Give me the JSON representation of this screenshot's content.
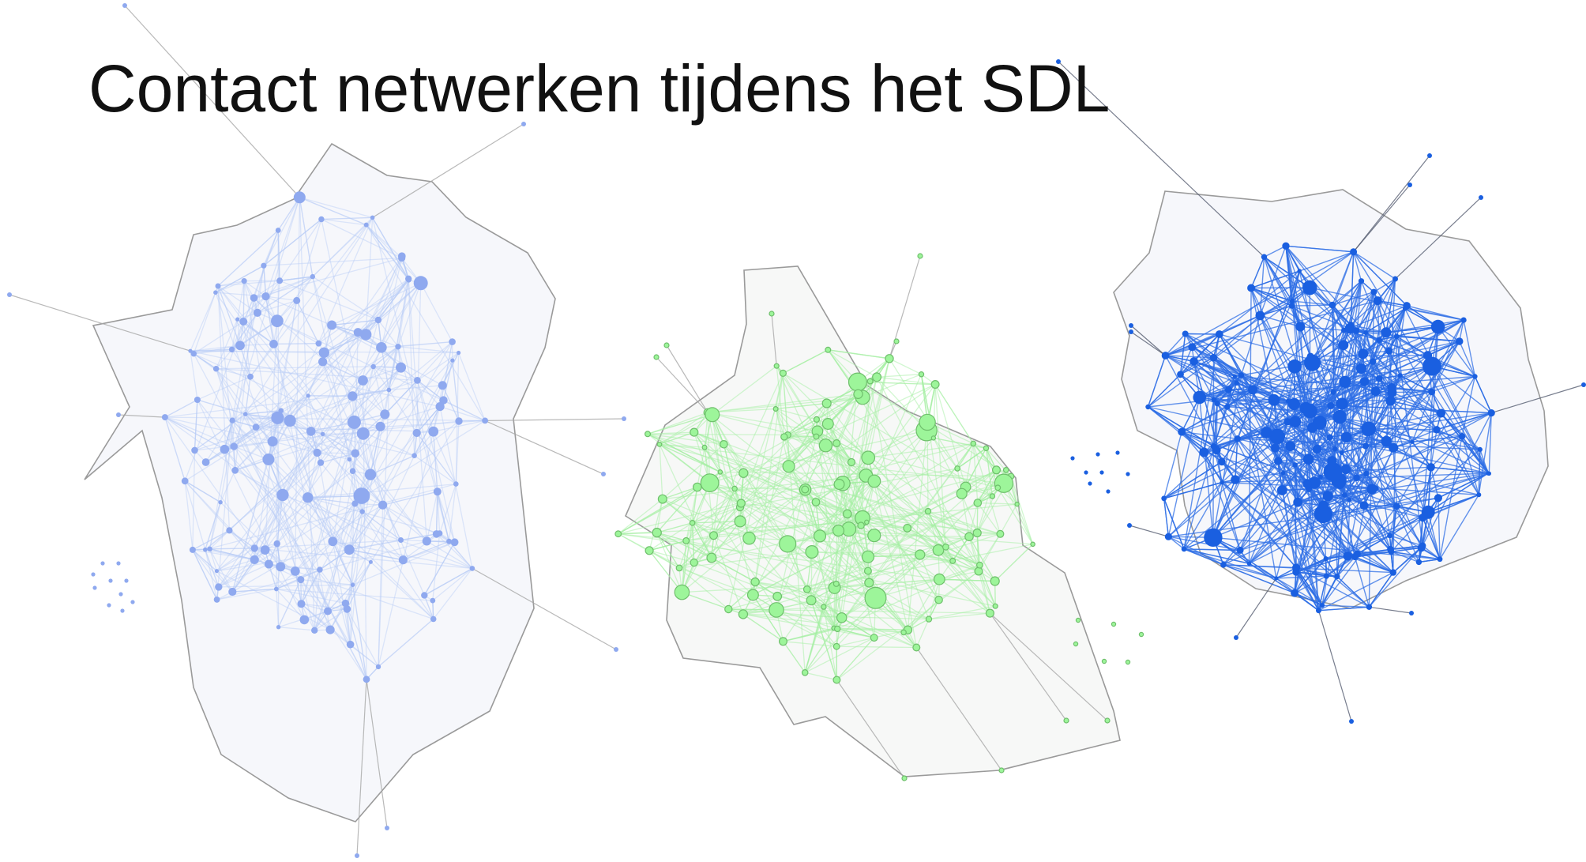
{
  "slide": {
    "title": "Contact netwerken tijdens het SDL"
  },
  "networks": [
    {
      "name": "light-blue-network",
      "node_color": "#8fa9ef",
      "node_stroke": "#7b95dd",
      "edge_color": "#b9ccf6",
      "hull_fill": "#f6f7fb",
      "hull_stroke": "#9a9a9a",
      "style": "faint"
    },
    {
      "name": "green-network",
      "node_color": "#9df59a",
      "node_stroke": "#6fbf6c",
      "edge_color": "#a6f0a4",
      "hull_fill": "#f7f8f7",
      "hull_stroke": "#9a9a9a",
      "style": "outlined"
    },
    {
      "name": "blue-network",
      "node_color": "#1a5fe0",
      "node_stroke": "#1a5fe0",
      "edge_color": "#2f6fe6",
      "hull_fill": "#f6f7fb",
      "hull_stroke": "#9a9a9a",
      "style": "dense"
    }
  ]
}
